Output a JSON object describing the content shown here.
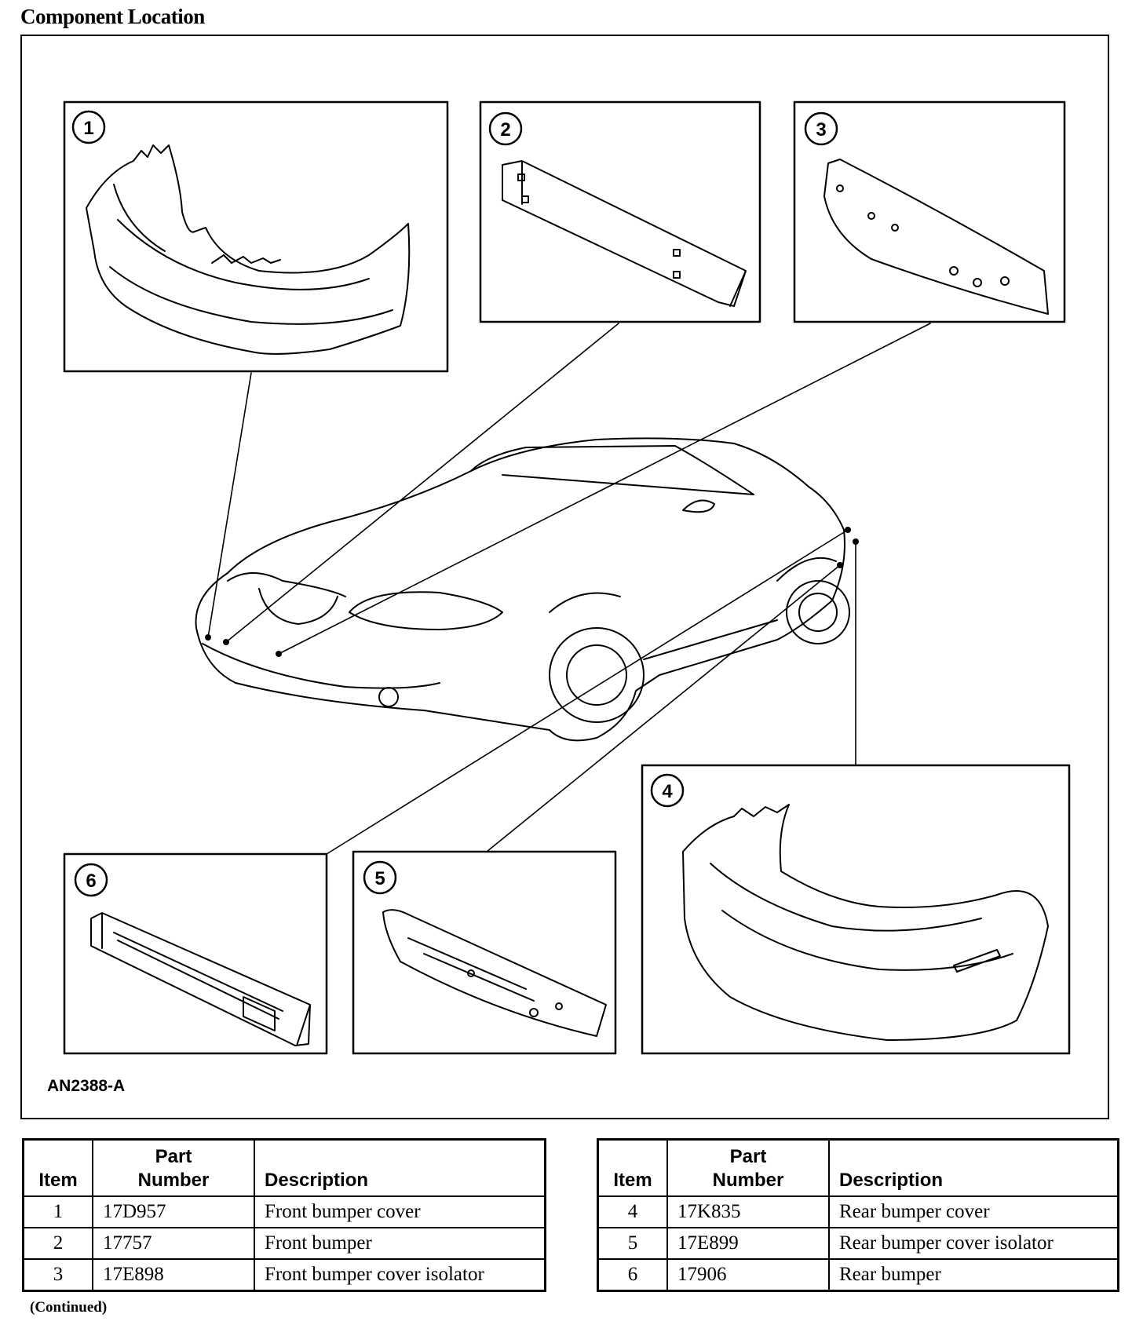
{
  "page": {
    "title": "Component Location",
    "figure_code": "AN2388-A",
    "footer": "(Continued)"
  },
  "callouts": [
    "1",
    "2",
    "3",
    "4",
    "5",
    "6"
  ],
  "tables": {
    "headers": {
      "item": "Item",
      "part_number_line1": "Part",
      "part_number_line2": "Number",
      "description": "Description"
    },
    "left": [
      {
        "item": "1",
        "part_number": "17D957",
        "description": "Front bumper cover"
      },
      {
        "item": "2",
        "part_number": "17757",
        "description": "Front bumper"
      },
      {
        "item": "3",
        "part_number": "17E898",
        "description": "Front bumper cover isolator"
      }
    ],
    "right": [
      {
        "item": "4",
        "part_number": "17K835",
        "description": "Rear bumper cover"
      },
      {
        "item": "5",
        "part_number": "17E899",
        "description": "Rear bumper cover isolator"
      },
      {
        "item": "6",
        "part_number": "17906",
        "description": "Rear bumper"
      }
    ]
  }
}
